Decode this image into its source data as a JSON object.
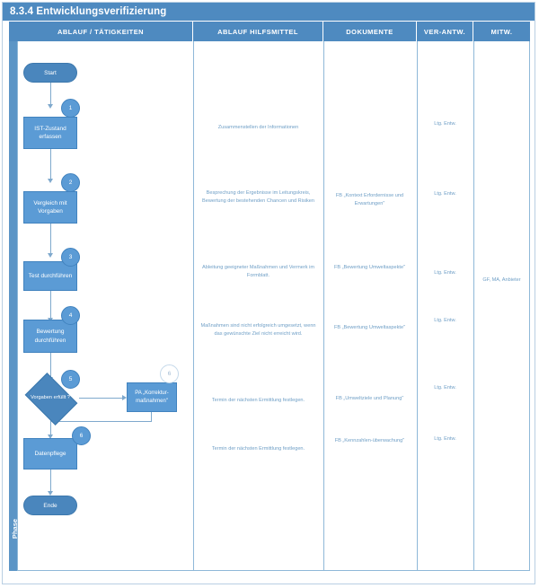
{
  "document": {
    "title": "8.3.4 Entwicklungsverifizierung",
    "phase_label": "Phase"
  },
  "columns": [
    {
      "key": "ablauf",
      "label": "ABLAUF / TÄTIGKEITEN"
    },
    {
      "key": "hilfsmittel",
      "label": "ABLAUF HILFSMITTEL"
    },
    {
      "key": "dokumente",
      "label": "DOKUMENTE"
    },
    {
      "key": "verantw",
      "label": "VER-ANTW."
    },
    {
      "key": "mitw",
      "label": "MITW."
    }
  ],
  "flow": {
    "start_label": "Start",
    "end_label": "Ende",
    "steps": [
      {
        "badge": "1",
        "label": "IST-Zustand erfassen"
      },
      {
        "badge": "2",
        "label": "Vergleich mit Vorgaben"
      },
      {
        "badge": "3",
        "label": "Test durchführen"
      },
      {
        "badge": "4",
        "label": "Bewertung durchführen"
      },
      {
        "badge": "5",
        "label": "Vorgaben erfüllt ?"
      },
      {
        "badge": "6",
        "label": "Datenpflege"
      }
    ],
    "subprocess": {
      "badge": "6",
      "label": "PA „Korrektur-maßnahmen\""
    }
  },
  "rows": [
    {
      "hilfsmittel": "Zusammenstellen der Informationen",
      "dokumente": "",
      "verantwortlich": "Ltg. Entw.",
      "mitwirkend": ""
    },
    {
      "hilfsmittel": "Besprechung der Ergebnisse im Leitungskreis, Bewertung der bestehenden Chancen und Risiken",
      "dokumente": "FB „Kontext Erfordernisse und Erwartungen\"",
      "verantwortlich": "Ltg. Entw.",
      "mitwirkend": ""
    },
    {
      "hilfsmittel": "Ableitung geeigneter Maßnahmen und Vermerk im Formblatt.",
      "dokumente": "FB „Bewertung Umweltaspekte\"",
      "verantwortlich": "Ltg. Entw.",
      "mitwirkend": "GF, MA, Anbieter"
    },
    {
      "hilfsmittel": "Maßnahmen sind nicht erfolgreich umgesetzt, wenn das gewünschte Ziel nicht erreicht wird.",
      "dokumente": "FB „Bewertung Umweltaspekte\"",
      "verantwortlich": "Ltg. Entw.",
      "mitwirkend": ""
    },
    {
      "hilfsmittel": "Termin der nächsten Ermittlung festlegen.",
      "dokumente": "FB „Umweltziele und Planung\"",
      "verantwortlich": "Ltg. Entw.",
      "mitwirkend": ""
    },
    {
      "hilfsmittel": "Termin der nächsten Ermittlung festlegen.",
      "dokumente": "FB „Kennzahlen-überwachung\"",
      "verantwortlich": "Ltg. Entw.",
      "mitwirkend": ""
    }
  ],
  "colors": {
    "header_blue": "#4e8ac0",
    "shape_blue": "#5b9bd5",
    "terminator_blue": "#4a86bd",
    "connector": "#7fa9cd",
    "note_text": "#6f9fc6",
    "frame_border": "#8fb8d8"
  }
}
